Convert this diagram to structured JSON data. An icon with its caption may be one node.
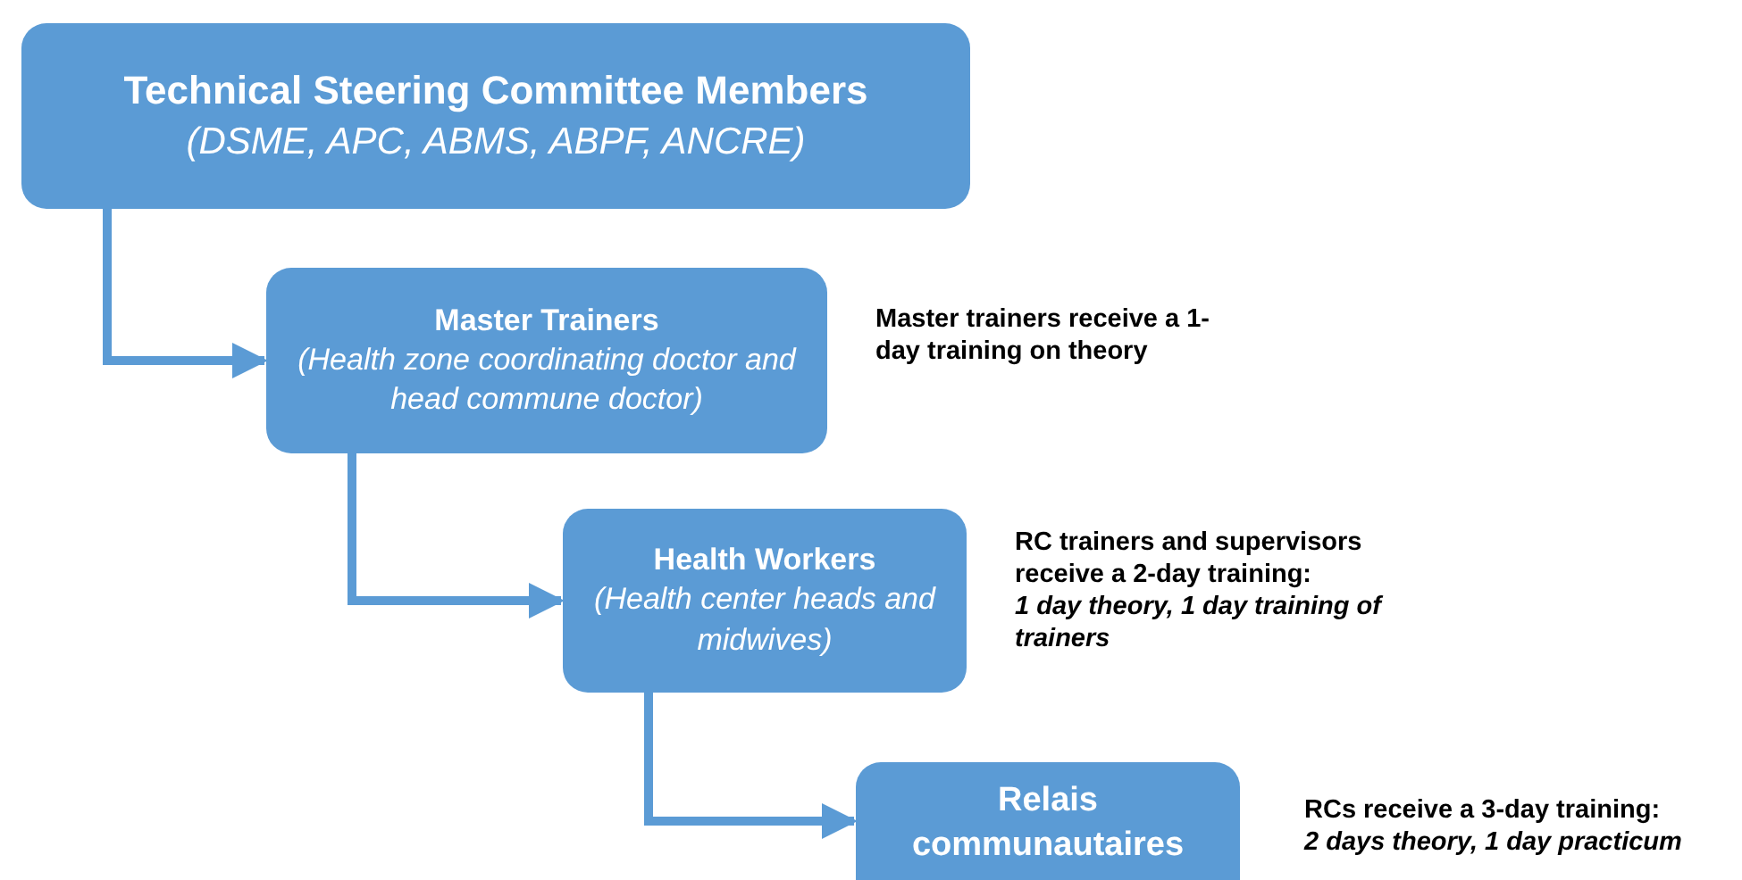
{
  "diagram": {
    "nodes": [
      {
        "text": [
          "Technical Steering Committee Members",
          "(DSME, APC, ABMS, ABPF, ANCRE)"
        ]
      },
      {
        "text": [
          "Master Trainers",
          "(Health zone coordinating doctor and head commune doctor)"
        ],
        "beside": [
          "Master trainers receive a 1-day training on theory"
        ]
      },
      {
        "text": [
          "Health Workers",
          "(Health center heads and midwives)"
        ],
        "beside": [
          "RC trainers and supervisors receive a 2-day training:",
          "1 day theory, 1 day training of trainers"
        ]
      },
      {
        "text": [
          "Relais communautaires"
        ],
        "beside": [
          "RCs receive a 3-day training:",
          "2 days theory, 1 day practicum"
        ]
      }
    ],
    "edges": [
      {
        "from": 0,
        "to": 1,
        "arrow": "to"
      },
      {
        "from": 1,
        "to": 2,
        "arrow": "to"
      },
      {
        "from": 2,
        "to": 3,
        "arrow": "to"
      }
    ]
  }
}
